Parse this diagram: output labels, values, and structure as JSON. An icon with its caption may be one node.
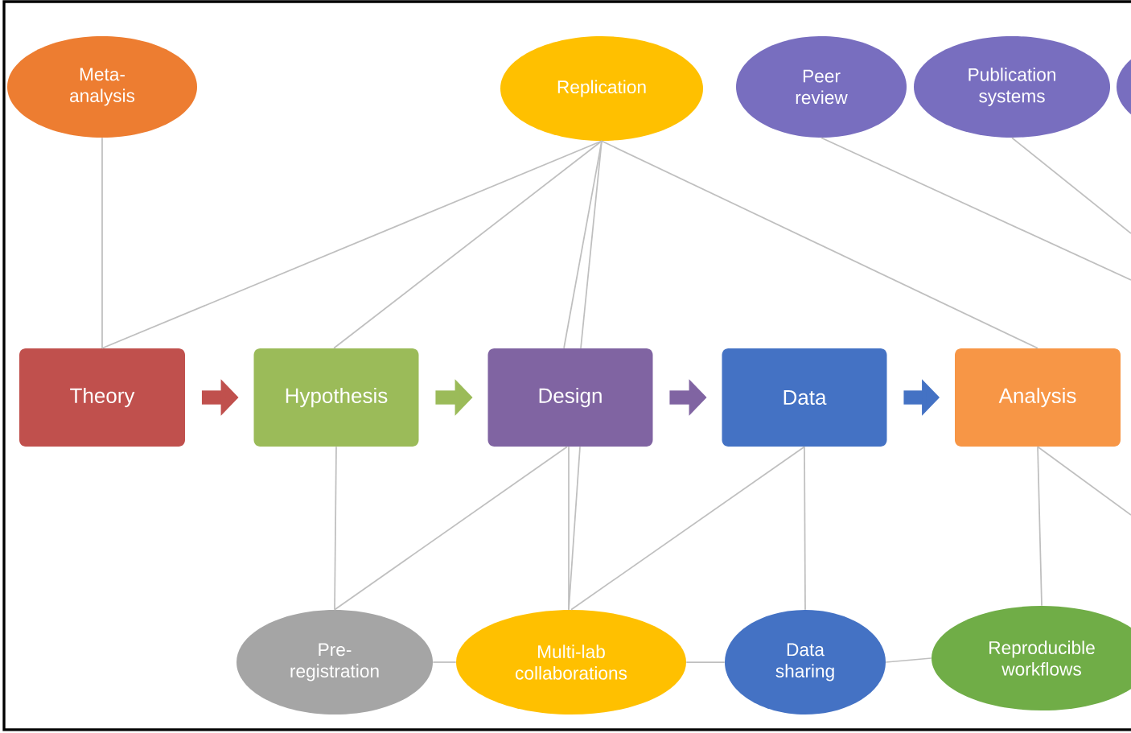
{
  "diagram": {
    "nodes": [
      {
        "text": [
          "Meta-analysis"
        ]
      },
      {
        "text": [
          "Replication"
        ]
      },
      {
        "text": [
          "Peer review"
        ]
      },
      {
        "text": [
          "Publication systems"
        ]
      },
      {
        "text": [],
        "shape": "ellipse"
      },
      {
        "text": [
          "Theory"
        ]
      },
      {
        "text": [
          "Hypothesis"
        ]
      },
      {
        "text": [
          "Design"
        ]
      },
      {
        "text": [
          "Data"
        ]
      },
      {
        "text": [
          "Analysis"
        ]
      },
      {
        "text": [
          "Pre-registration"
        ]
      },
      {
        "text": [
          "Multi-lab collaborations"
        ]
      },
      {
        "text": [
          "Data sharing"
        ]
      },
      {
        "text": [
          "Reproducible workflows"
        ]
      }
    ],
    "edges": [
      {
        "from": 5,
        "to": 6,
        "arrow": "to",
        "style": "thick",
        "color": "#c0504d"
      },
      {
        "from": 6,
        "to": 7,
        "arrow": "to",
        "style": "thick",
        "color": "#9bbb59"
      },
      {
        "from": 7,
        "to": 8,
        "arrow": "to",
        "style": "thick",
        "color": "#8064a2"
      },
      {
        "from": 8,
        "to": 9,
        "arrow": "to",
        "style": "thick",
        "color": "#4472c4"
      },
      {
        "from": 0,
        "to": 5,
        "arrow": "none"
      },
      {
        "from": 1,
        "to": 5,
        "arrow": "none"
      },
      {
        "from": 1,
        "to": 6,
        "arrow": "none"
      },
      {
        "from": 1,
        "to": 7,
        "arrow": "none"
      },
      {
        "from": 1,
        "to": 7,
        "arrow": "none"
      },
      {
        "from": 1,
        "to": 9,
        "arrow": "none"
      },
      {
        "from": 2,
        "to": null,
        "arrow": "none"
      },
      {
        "from": 3,
        "to": null,
        "arrow": "none"
      },
      {
        "from": 6,
        "to": 10,
        "arrow": "none"
      },
      {
        "from": 7,
        "to": 10,
        "arrow": "none"
      },
      {
        "from": 7,
        "to": 11,
        "arrow": "none"
      },
      {
        "from": 7,
        "to": 11,
        "arrow": "none"
      },
      {
        "from": 8,
        "to": 11,
        "arrow": "none"
      },
      {
        "from": 8,
        "to": 12,
        "arrow": "none"
      },
      {
        "from": 9,
        "to": 13,
        "arrow": "none"
      },
      {
        "from": 9,
        "to": null,
        "arrow": "none"
      },
      {
        "from": 10,
        "to": 11,
        "arrow": "none"
      },
      {
        "from": 11,
        "to": 12,
        "arrow": "none"
      },
      {
        "from": 12,
        "to": 13,
        "arrow": "none"
      }
    ]
  }
}
